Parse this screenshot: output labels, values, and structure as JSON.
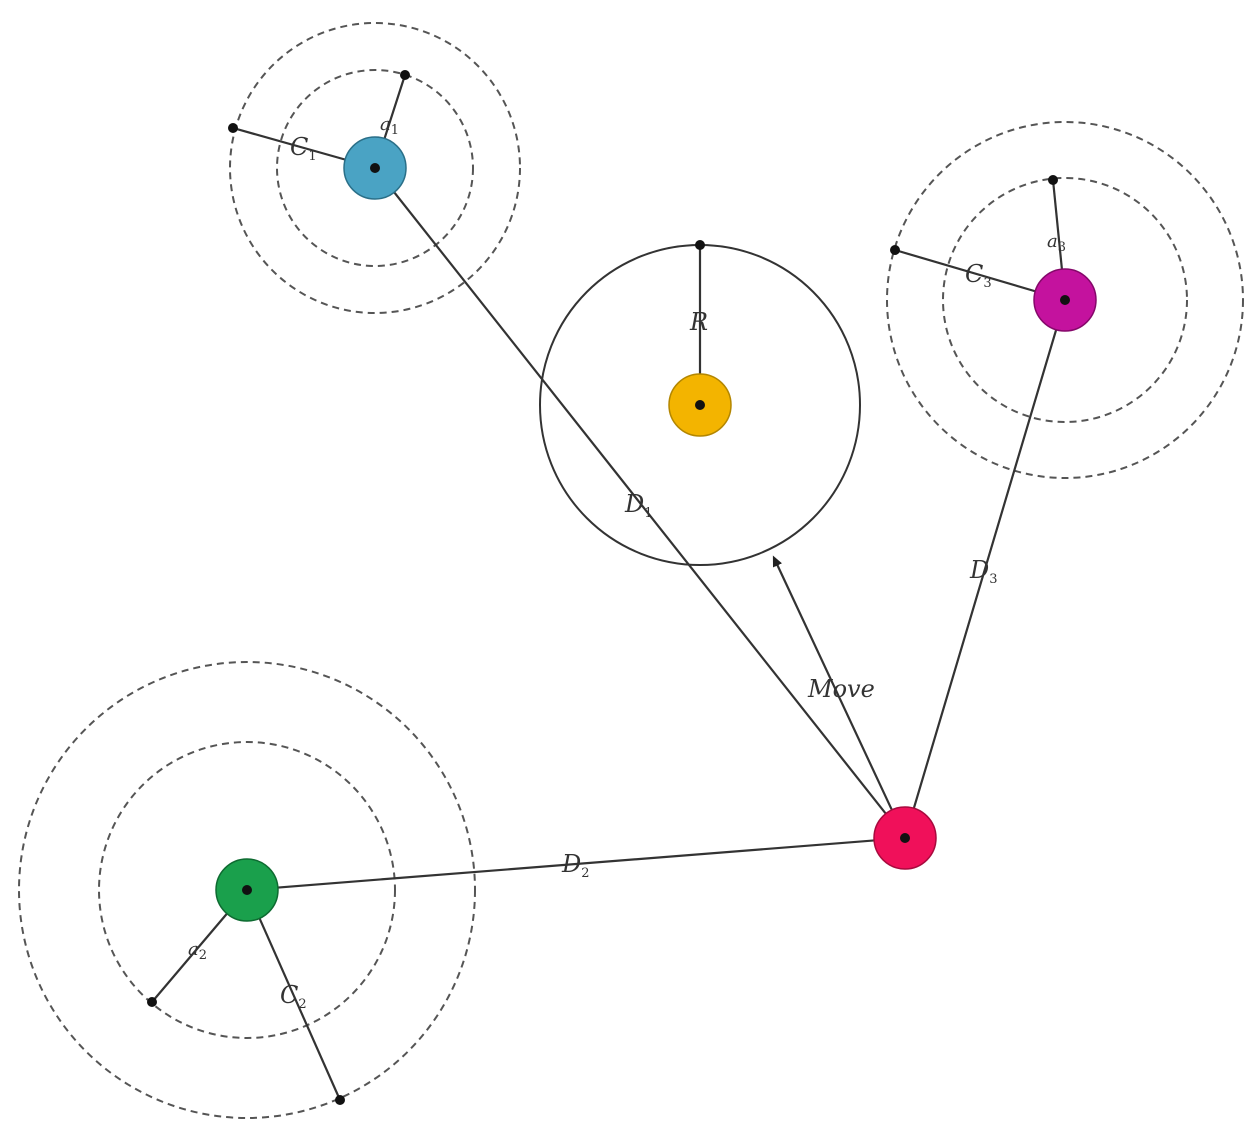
{
  "colors": {
    "blue_node": "#4aa3c4",
    "yellow_node": "#f3b400",
    "magenta_node": "#c4129e",
    "red_node": "#f0105a",
    "green_node": "#1aa04c",
    "line": "#333333"
  },
  "labels": {
    "R": "R",
    "move": "Move",
    "D_blue": {
      "main": "D",
      "sub": "1"
    },
    "D_magenta": {
      "main": "D",
      "sub": "3"
    },
    "D_green": {
      "main": "D",
      "sub": "2"
    },
    "C_blue": {
      "main": "C",
      "sub": "1"
    },
    "C_magenta": {
      "main": "C",
      "sub": "3"
    },
    "C_green": {
      "main": "C",
      "sub": "2"
    },
    "a_blue": {
      "main": "a",
      "sub": "1"
    },
    "a_magenta": {
      "main": "a",
      "sub": "3"
    },
    "a_green": {
      "main": "a",
      "sub": "2"
    }
  }
}
